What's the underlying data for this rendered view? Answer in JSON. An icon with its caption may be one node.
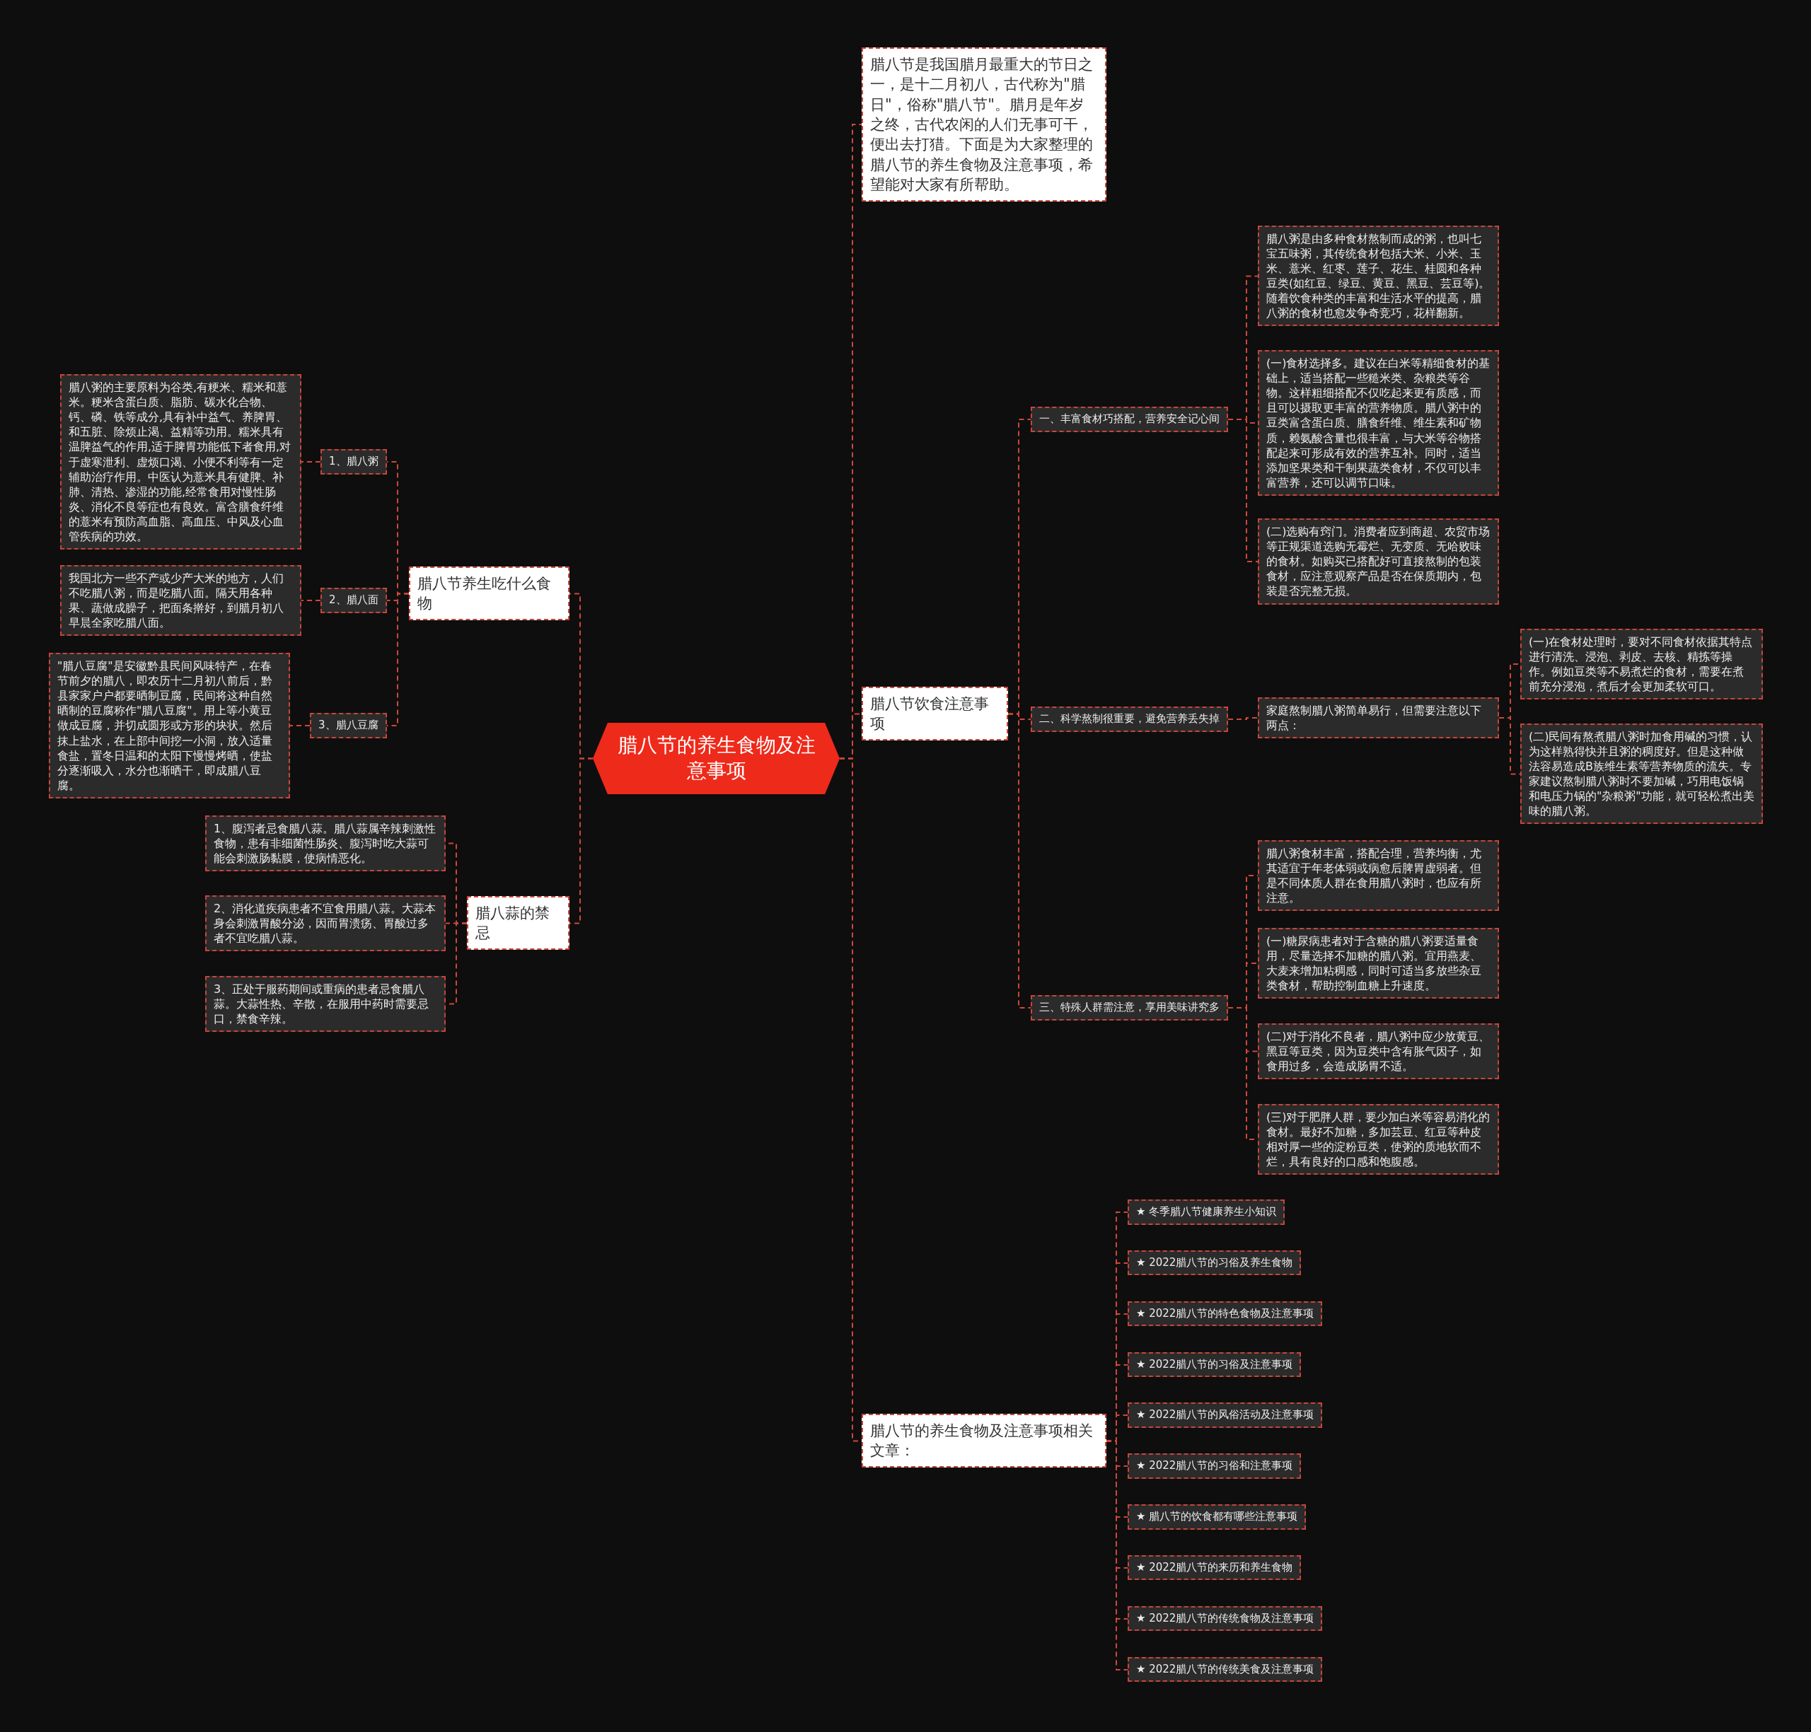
{
  "diagram": {
    "nodes": [
      {
        "text": [
          "腊八节的养生食物及注意事项"
        ]
      },
      {
        "text": [
          "腊八节养生吃什么食物"
        ]
      },
      {
        "text": [
          "1、腊八粥"
        ]
      },
      {
        "text": [
          "腊八粥的主要原料为谷类,有粳米、糯米和薏米。粳米含蛋白质、脂肪、碳水化合物、钙、磷、铁等成分,具有补中益气、养脾胃、和五脏、除烦止渴、益精等功用。糯米具有温脾益气的作用,适于脾胃功能低下者食用,对于虚寒泄利、虚烦口渴、小便不利等有一定辅助治疗作用。中医认为薏米具有健脾、补肺、清热、渗湿的功能,经常食用对慢性肠炎、消化不良等症也有良效。富含膳食纤维的薏米有预防高血脂、高血压、中风及心血管疾病的功效。"
        ]
      },
      {
        "text": [
          "2、腊八面"
        ]
      },
      {
        "text": [
          "我国北方一些不产或少产大米的地方，人们不吃腊八粥，而是吃腊八面。隔天用各种果、蔬做成臊子，把面条擀好，到腊月初八早晨全家吃腊八面。"
        ]
      },
      {
        "text": [
          "3、腊八豆腐"
        ]
      },
      {
        "text": [
          "\"腊八豆腐\"是安徽黔县民间风味特产，在春节前夕的腊八，即农历十二月初八前后，黔县家家户户都要晒制豆腐，民间将这种自然晒制的豆腐称作\"腊八豆腐\"。用上等小黄豆做成豆腐，并切成圆形或方形的块状。然后抹上盐水，在上部中间挖一小洞，放入适量食盐，置冬日温和的太阳下慢慢烤晒，使盐分逐渐吸入，水分也渐晒干，即成腊八豆腐。"
        ]
      },
      {
        "text": [
          "腊八蒜的禁忌"
        ]
      },
      {
        "text": [
          "1、腹泻者忌食腊八蒜。腊八蒜属辛辣刺激性食物，患有非细菌性肠炎、腹泻时吃大蒜可能会刺激肠黏膜，使病情恶化。"
        ]
      },
      {
        "text": [
          "2、消化道疾病患者不宜食用腊八蒜。大蒜本身会刺激胃酸分泌，因而胃溃疡、胃酸过多者不宜吃腊八蒜。"
        ]
      },
      {
        "text": [
          "3、正处于服药期间或重病的患者忌食腊八蒜。大蒜性热、辛散，在服用中药时需要忌口，禁食辛辣。"
        ]
      },
      {
        "text": [
          "腊八节是我国腊月最重大的节日之一，是十二月初八，古代称为\"腊日\"，俗称\"腊八节\"。腊月是年岁之终，古代农闲的人们无事可干，便出去打猎。下面是为大家整理的腊八节的养生食物及注意事项，希望能对大家有所帮助。"
        ]
      },
      {
        "text": [
          "腊八节饮食注意事项"
        ]
      },
      {
        "text": [
          "一、丰富食材巧搭配，营养安全记心间"
        ]
      },
      {
        "text": [
          "腊八粥是由多种食材熬制而成的粥，也叫七宝五味粥，其传统食材包括大米、小米、玉米、薏米、红枣、莲子、花生、桂圆和各种豆类(如红豆、绿豆、黄豆、黑豆、芸豆等)。随着饮食种类的丰富和生活水平的提高，腊八粥的食材也愈发争奇竞巧，花样翻新。"
        ]
      },
      {
        "text": [
          "(一)食材选择多。建议在白米等精细食材的基础上，适当搭配一些糙米类、杂粮类等谷物。这样粗细搭配不仅吃起来更有质感，而且可以摄取更丰富的营养物质。腊八粥中的豆类富含蛋白质、膳食纤维、维生素和矿物质，赖氨酸含量也很丰富，与大米等谷物搭配起来可形成有效的营养互补。同时，适当添加坚果类和干制果蔬类食材，不仅可以丰富营养，还可以调节口味。"
        ]
      },
      {
        "text": [
          "(二)选购有窍门。消费者应到商超、农贸市场等正规渠道选购无霉烂、无变质、无哈败味的食材。如购买已搭配好可直接熬制的包装食材，应注意观察产品是否在保质期内，包装是否完整无损。"
        ]
      },
      {
        "text": [
          "二、科学熬制很重要，避免营养丢失掉"
        ]
      },
      {
        "text": [
          "家庭熬制腊八粥简单易行，但需要注意以下两点："
        ]
      },
      {
        "text": [
          "(一)在食材处理时，要对不同食材依据其特点进行清洗、浸泡、剥皮、去核、精拣等操作。例如豆类等不易煮烂的食材，需要在煮前充分浸泡，煮后才会更加柔软可口。"
        ]
      },
      {
        "text": [
          "(二)民间有熬煮腊八粥时加食用碱的习惯，认为这样熟得快并且粥的稠度好。但是这种做法容易造成B族维生素等营养物质的流失。专家建议熬制腊八粥时不要加碱，巧用电饭锅和电压力锅的\"杂粮粥\"功能，就可轻松煮出美味的腊八粥。"
        ]
      },
      {
        "text": [
          "三、特殊人群需注意，享用美味讲究多"
        ]
      },
      {
        "text": [
          "腊八粥食材丰富，搭配合理，营养均衡，尤其适宜于年老体弱或病愈后脾胃虚弱者。但是不同体质人群在食用腊八粥时，也应有所注意。"
        ]
      },
      {
        "text": [
          "(一)糖尿病患者对于含糖的腊八粥要适量食用，尽量选择不加糖的腊八粥。宜用燕麦、大麦来增加粘稠感，同时可适当多放些杂豆类食材，帮助控制血糖上升速度。"
        ]
      },
      {
        "text": [
          "(二)对于消化不良者，腊八粥中应少放黄豆、黑豆等豆类，因为豆类中含有胀气因子，如食用过多，会造成肠胃不适。"
        ]
      },
      {
        "text": [
          "(三)对于肥胖人群，要少加白米等容易消化的食材。最好不加糖，多加芸豆、红豆等种皮相对厚一些的淀粉豆类，使粥的质地软而不烂，具有良好的口感和饱腹感。"
        ]
      },
      {
        "text": [
          "腊八节的养生食物及注意事项相关文章："
        ]
      },
      {
        "text": [
          "★ 冬季腊八节健康养生小知识"
        ]
      },
      {
        "text": [
          "★ 2022腊八节的习俗及养生食物"
        ]
      },
      {
        "text": [
          "★ 2022腊八节的特色食物及注意事项"
        ]
      },
      {
        "text": [
          "★ 2022腊八节的习俗及注意事项"
        ]
      },
      {
        "text": [
          "★ 2022腊八节的风俗活动及注意事项"
        ]
      },
      {
        "text": [
          "★ 2022腊八节的习俗和注意事项"
        ]
      },
      {
        "text": [
          "★ 腊八节的饮食都有哪些注意事项"
        ]
      },
      {
        "text": [
          "★ 2022腊八节的来历和养生食物"
        ]
      },
      {
        "text": [
          "★ 2022腊八节的传统食物及注意事项"
        ]
      },
      {
        "text": [
          "★ 2022腊八节的传统美食及注意事项"
        ]
      }
    ],
    "edges": [
      {
        "from": 0,
        "to": 1,
        "arrow": "none",
        "style": "dashed"
      },
      {
        "from": 1,
        "to": 2,
        "arrow": "none",
        "style": "dashed"
      },
      {
        "from": 2,
        "to": 3,
        "arrow": "none",
        "style": "dashed"
      },
      {
        "from": 1,
        "to": 4,
        "arrow": "none",
        "style": "dashed"
      },
      {
        "from": 4,
        "to": 5,
        "arrow": "none",
        "style": "dashed"
      },
      {
        "from": 1,
        "to": 6,
        "arrow": "none",
        "style": "dashed"
      },
      {
        "from": 6,
        "to": 7,
        "arrow": "none",
        "style": "dashed"
      },
      {
        "from": 0,
        "to": 8,
        "arrow": "none",
        "style": "dashed"
      },
      {
        "from": 8,
        "to": 9,
        "arrow": "none",
        "style": "dashed"
      },
      {
        "from": 8,
        "to": 10,
        "arrow": "none",
        "style": "dashed"
      },
      {
        "from": 8,
        "to": 11,
        "arrow": "none",
        "style": "dashed"
      },
      {
        "from": 0,
        "to": 12,
        "arrow": "none",
        "style": "dashed"
      },
      {
        "from": 0,
        "to": 13,
        "arrow": "none",
        "style": "dashed"
      },
      {
        "from": 13,
        "to": 14,
        "arrow": "none",
        "style": "dashed"
      },
      {
        "from": 14,
        "to": 15,
        "arrow": "none",
        "style": "dashed"
      },
      {
        "from": 14,
        "to": 16,
        "arrow": "none",
        "style": "dashed"
      },
      {
        "from": 14,
        "to": 17,
        "arrow": "none",
        "style": "dashed"
      },
      {
        "from": 13,
        "to": 18,
        "arrow": "none",
        "style": "dashed"
      },
      {
        "from": 18,
        "to": 19,
        "arrow": "none",
        "style": "dashed"
      },
      {
        "from": 19,
        "to": 20,
        "arrow": "none",
        "style": "dashed"
      },
      {
        "from": 19,
        "to": 21,
        "arrow": "none",
        "style": "dashed"
      },
      {
        "from": 13,
        "to": 22,
        "arrow": "none",
        "style": "dashed"
      },
      {
        "from": 22,
        "to": 23,
        "arrow": "none",
        "style": "dashed"
      },
      {
        "from": 22,
        "to": 24,
        "arrow": "none",
        "style": "dashed"
      },
      {
        "from": 22,
        "to": 25,
        "arrow": "none",
        "style": "dashed"
      },
      {
        "from": 22,
        "to": 26,
        "arrow": "none",
        "style": "dashed"
      },
      {
        "from": 0,
        "to": 27,
        "arrow": "none",
        "style": "dashed"
      },
      {
        "from": 27,
        "to": 28,
        "arrow": "none",
        "style": "dashed"
      },
      {
        "from": 27,
        "to": 29,
        "arrow": "none",
        "style": "dashed"
      },
      {
        "from": 27,
        "to": 30,
        "arrow": "none",
        "style": "dashed"
      },
      {
        "from": 27,
        "to": 31,
        "arrow": "none",
        "style": "dashed"
      },
      {
        "from": 27,
        "to": 32,
        "arrow": "none",
        "style": "dashed"
      },
      {
        "from": 27,
        "to": 33,
        "arrow": "none",
        "style": "dashed"
      },
      {
        "from": 27,
        "to": 34,
        "arrow": "none",
        "style": "dashed"
      },
      {
        "from": 27,
        "to": 35,
        "arrow": "none",
        "style": "dashed"
      },
      {
        "from": 27,
        "to": 36,
        "arrow": "none",
        "style": "dashed"
      },
      {
        "from": 27,
        "to": 37,
        "arrow": "none",
        "style": "dashed"
      }
    ]
  }
}
